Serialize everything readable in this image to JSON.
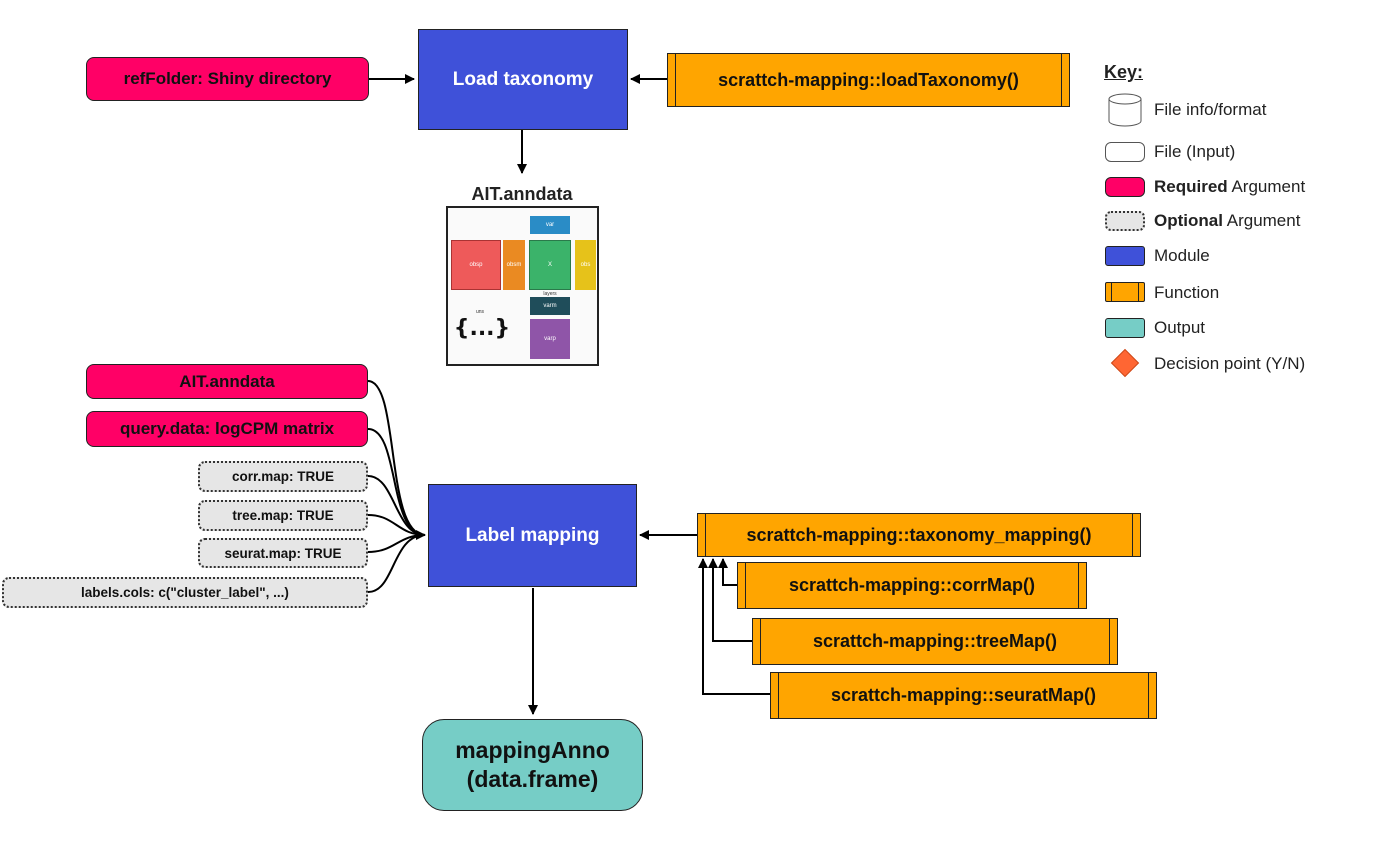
{
  "top": {
    "ref_folder": "refFolder: Shiny directory",
    "load_module": "Load taxonomy",
    "load_function": "scrattch-mapping::loadTaxonomy()",
    "anndata_title": "AIT.anndata"
  },
  "anndata_labels": {
    "var": "var",
    "obsp": "obsp",
    "obsm": "obsm",
    "x": "X",
    "obs": "obs",
    "layers": "layers",
    "uns": "uns",
    "varm": "varm",
    "varp": "varp",
    "uns_glyph": "{...}"
  },
  "mapping": {
    "inputs": {
      "ait_anndata": "AIT.anndata",
      "query_data": "query.data: logCPM matrix",
      "corr_map": "corr.map: TRUE",
      "tree_map": "tree.map: TRUE",
      "seurat_map": "seurat.map: TRUE",
      "labels_cols": "labels.cols: c(\"cluster_label\", ...)"
    },
    "module": "Label mapping",
    "functions": {
      "taxonomy_mapping": "scrattch-mapping::taxonomy_mapping()",
      "corr_map": "scrattch-mapping::corrMap()",
      "tree_map": "scrattch-mapping::treeMap()",
      "seurat_map": "scrattch-mapping::seuratMap()"
    },
    "output_line1": "mappingAnno",
    "output_line2": "(data.frame)"
  },
  "key": {
    "title": "Key:",
    "file_info": "File info/format",
    "file_input": "File (Input)",
    "required_bold": "Required",
    "required_rest": " Argument",
    "optional_bold": "Optional",
    "optional_rest": " Argument",
    "module": "Module",
    "function": "Function",
    "output": "Output",
    "decision": "Decision point (Y/N)"
  },
  "colors": {
    "required": "#ff0066",
    "optional": "#e6e6e6",
    "module": "#3f51d9",
    "function": "#ffa500",
    "output": "#76cdc6",
    "decision": "#ff6633"
  }
}
